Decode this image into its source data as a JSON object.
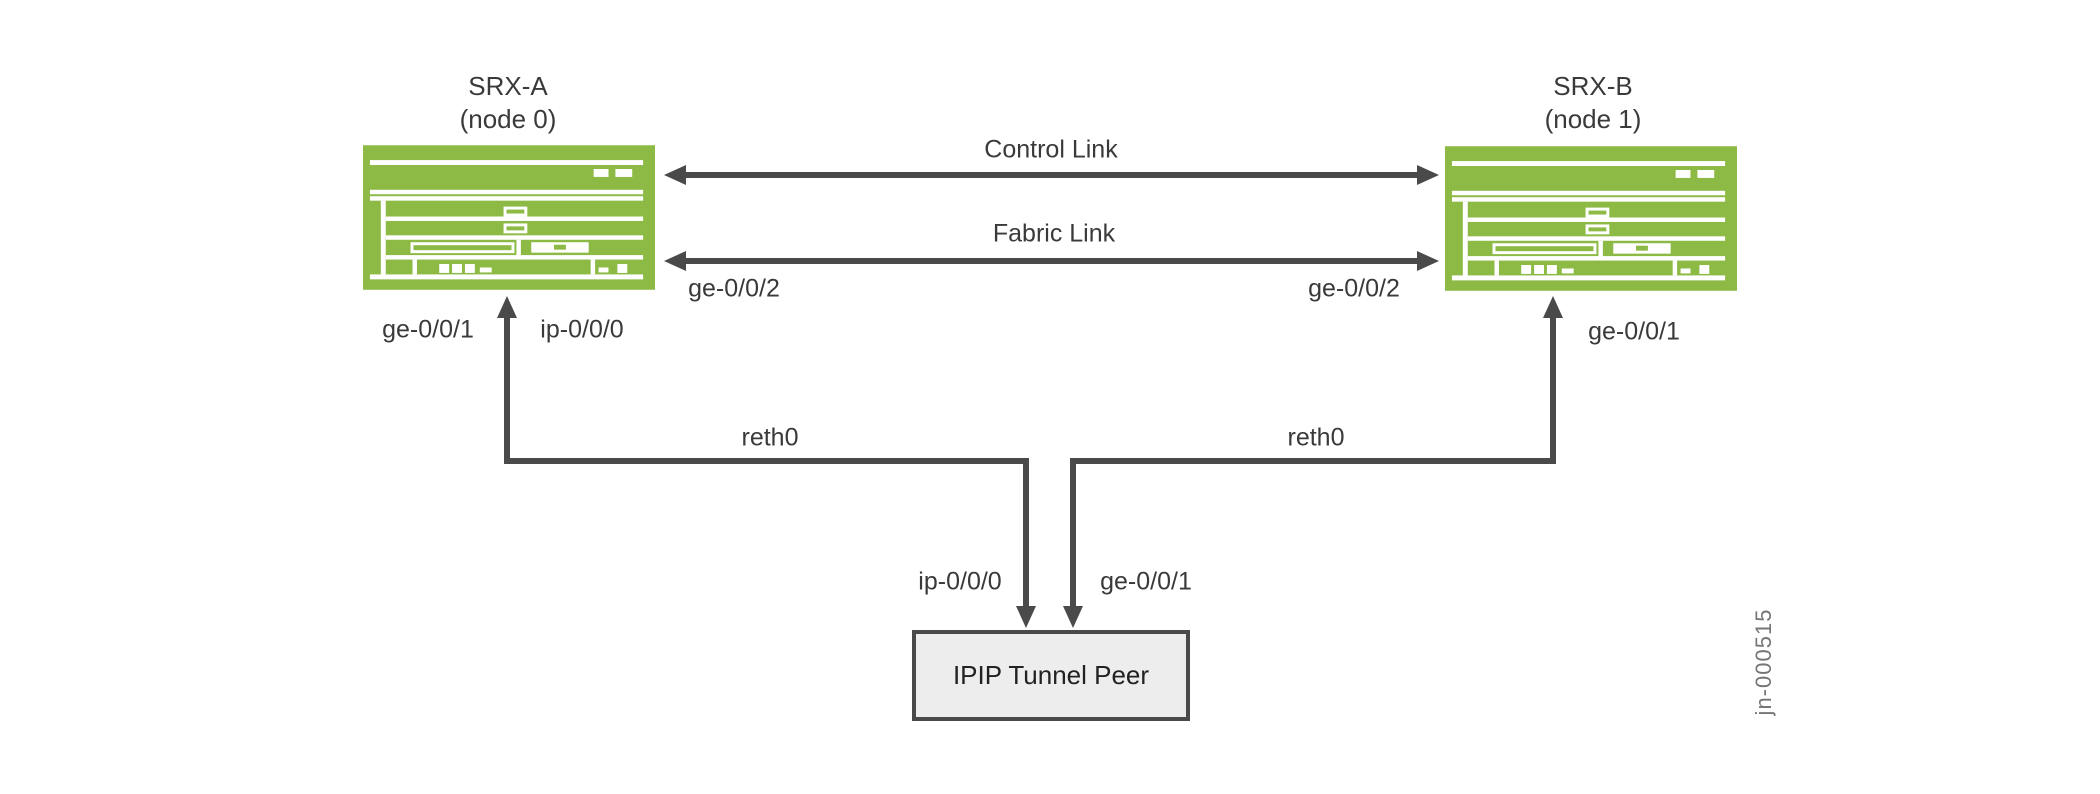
{
  "figure": {
    "id": "jn-000515"
  },
  "devices": {
    "srx_a": {
      "name": "SRX-A",
      "node": "(node 0)",
      "fabric_if": "ge-0/0/2",
      "ge_if": "ge-0/0/1",
      "ip_if": "ip-0/0/0",
      "reth": "reth0"
    },
    "srx_b": {
      "name": "SRX-B",
      "node": "(node 1)",
      "fabric_if": "ge-0/0/2",
      "ge_if": "ge-0/0/1",
      "reth": "reth0"
    }
  },
  "links": {
    "control": "Control Link",
    "fabric": "Fabric Link"
  },
  "tunnel_peer": {
    "label": "IPIP Tunnel Peer",
    "ip_if": "ip-0/0/0",
    "ge_if": "ge-0/0/1"
  },
  "colors": {
    "device_green": "#8CBA44",
    "line_gray": "#4A4A4A",
    "text_dark": "#3A3A3A",
    "box_fill": "#EDEDED",
    "figure_id_gray": "#757575"
  }
}
